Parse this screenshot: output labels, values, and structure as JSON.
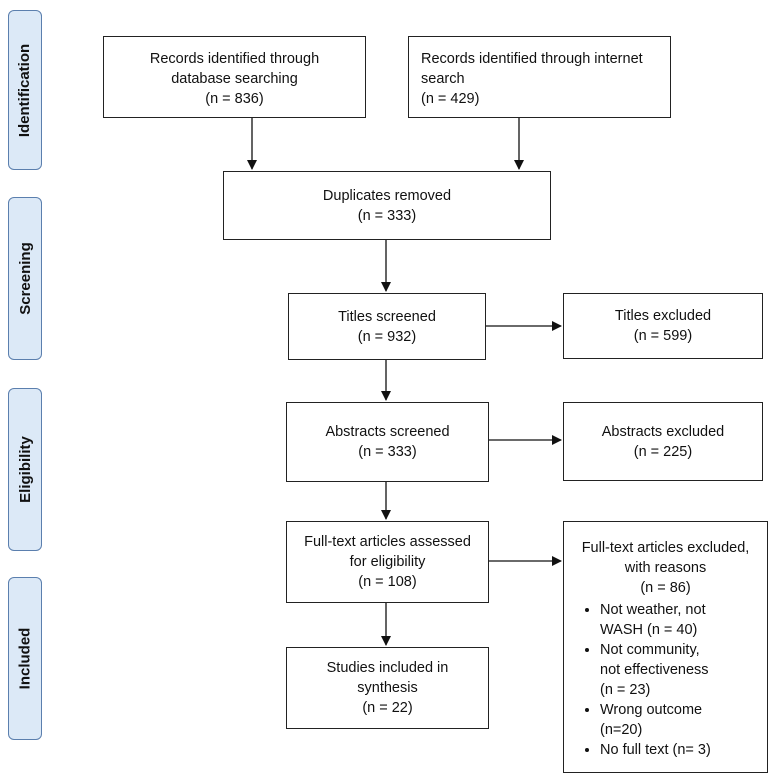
{
  "stages": {
    "identification": "Identification",
    "screening": "Screening",
    "eligibility": "Eligibility",
    "included": "Included"
  },
  "boxes": {
    "database": {
      "line1": "Records identified through",
      "line2": "database searching",
      "line3": "(n =  836)"
    },
    "internet": {
      "line1": "Records identified through internet",
      "line2": "search",
      "line3": "(n = 429)"
    },
    "duplicates": {
      "line1": "Duplicates removed",
      "line2": "(n = 333)"
    },
    "titles_screened": {
      "line1": "Titles screened",
      "line2": "(n = 932)"
    },
    "titles_excluded": {
      "line1": "Titles excluded",
      "line2": "(n = 599)"
    },
    "abstracts_screened": {
      "line1": "Abstracts screened",
      "line2": "(n = 333)"
    },
    "abstracts_excluded": {
      "line1": "Abstracts excluded",
      "line2": "(n = 225)"
    },
    "fulltext_assessed": {
      "line1": "Full-text articles assessed",
      "line2": "for eligibility",
      "line3": "(n = 108)"
    },
    "fulltext_excluded": {
      "line1": "Full-text articles excluded,",
      "line2": "with reasons",
      "line3": "(n = 86)",
      "reasons": [
        {
          "a": "Not weather, not",
          "b": "WASH (n = 40)"
        },
        {
          "a": "Not community,",
          "b": "not effectiveness",
          "c": "(n = 23)"
        },
        {
          "a": "Wrong outcome",
          "b": "(n=20)"
        },
        {
          "a": "No full text (n= 3)"
        }
      ]
    },
    "included": {
      "line1": "Studies included in",
      "line2": "synthesis",
      "line3": "(n = 22)"
    }
  }
}
